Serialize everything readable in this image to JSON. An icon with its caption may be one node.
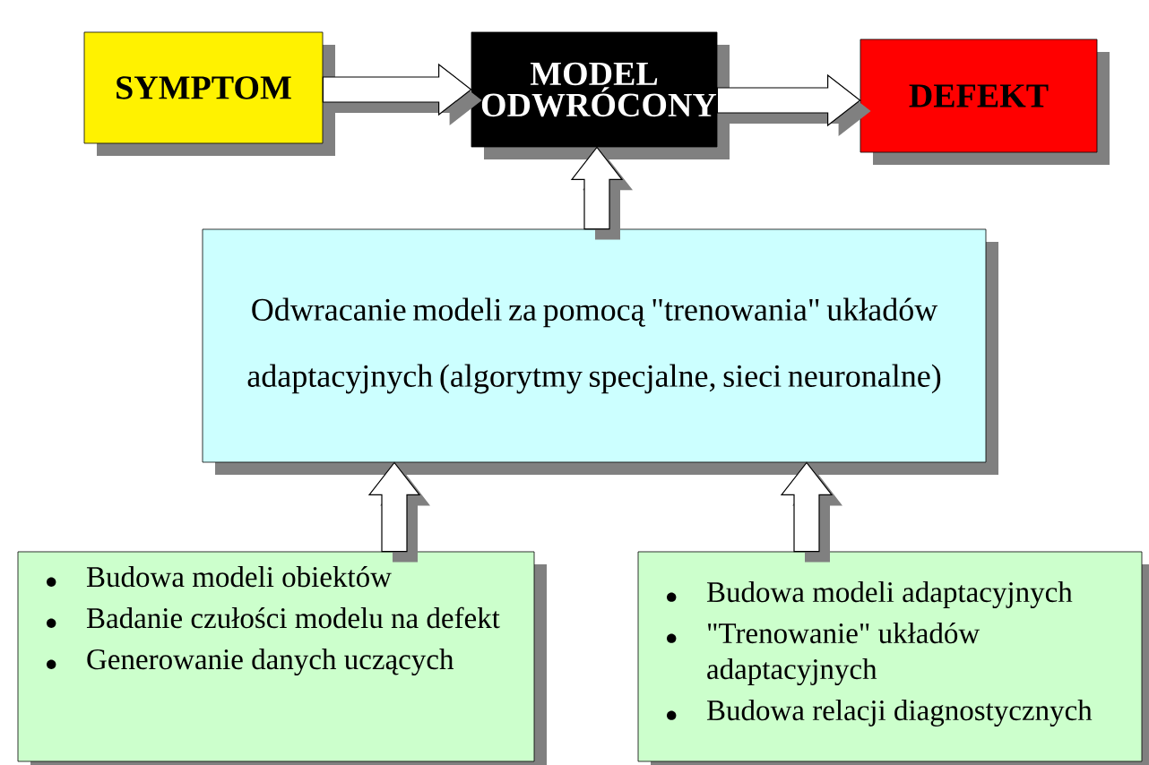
{
  "diagram": {
    "nodes": [
      {
        "text": [
          "SYMPTOM"
        ]
      },
      {
        "text": [
          "MODEL ODWRÓCONY"
        ]
      },
      {
        "text": [
          "DEFEKT"
        ]
      },
      {
        "text": [
          "Odwracanie modeli za pomocą  \"trenowania\" układów adaptacyjnych (algorytmy specjalne, sieci neuronalne)"
        ]
      },
      {
        "text": [
          "Budowa modeli obiektów",
          "Badanie czułości modelu na defekt",
          "Generowanie danych uczących"
        ]
      },
      {
        "text": [
          "Budowa modeli adaptacyjnych",
          "\"Trenowanie\" układów adaptacyjnych",
          "Budowa relacji diagnostycznych"
        ]
      }
    ],
    "edges": [
      {
        "from": 0,
        "to": 1,
        "arrow": "to"
      },
      {
        "from": 1,
        "to": 2,
        "arrow": "to"
      },
      {
        "from": 3,
        "to": 1,
        "arrow": "to"
      },
      {
        "from": 4,
        "to": 3,
        "arrow": "to"
      },
      {
        "from": 5,
        "to": 3,
        "arrow": "to"
      }
    ]
  }
}
